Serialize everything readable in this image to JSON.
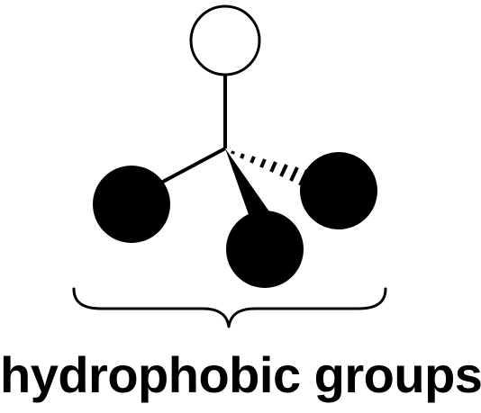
{
  "caption": "hydrophobic groups",
  "colors": {
    "stroke": "#000000",
    "filled_group": "#000000",
    "open_group": "#ffffff",
    "background": "#ffffff"
  },
  "bonds": {
    "plain": "plain-bond",
    "wedge": "wedge-bond",
    "hashed": "hashed-bond"
  },
  "groups": {
    "top": "open-circle",
    "hydrophobic": [
      "filled-circle",
      "filled-circle",
      "filled-circle"
    ]
  }
}
